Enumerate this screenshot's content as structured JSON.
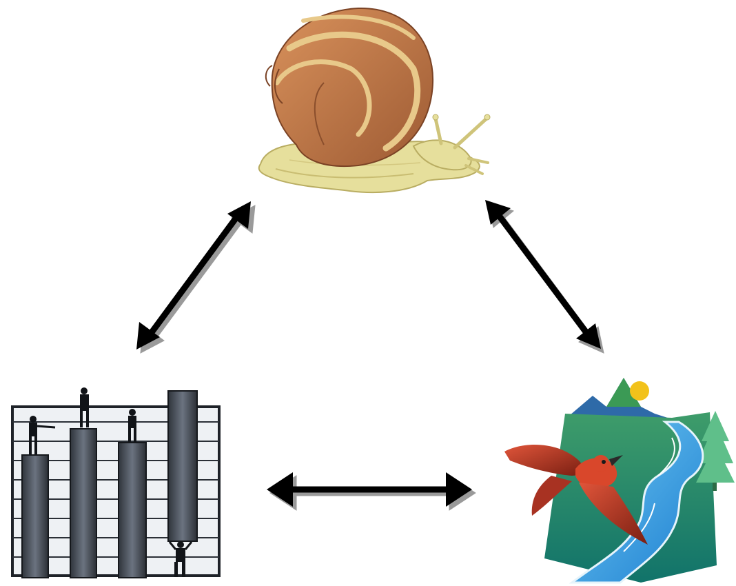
{
  "diagram": {
    "type": "cycle",
    "nodes": [
      {
        "id": "snail",
        "icon": "snail-icon"
      },
      {
        "id": "economy",
        "icon": "bar-chart-businessmen-icon"
      },
      {
        "id": "environment",
        "icon": "bird-river-landscape-icon"
      }
    ],
    "edges": [
      {
        "from": "snail",
        "to": "economy",
        "direction": "both"
      },
      {
        "from": "snail",
        "to": "environment",
        "direction": "both"
      },
      {
        "from": "economy",
        "to": "environment",
        "direction": "both"
      }
    ],
    "colors": {
      "arrow": "#000000",
      "arrow_shadow": "#9a9a9a",
      "snail_shell": "#c0784a",
      "snail_stripe": "#e8c98a",
      "snail_body": "#e6df9c",
      "bar": "#4f5560",
      "bird": "#d9472b",
      "river": "#3fa9e6",
      "land": "#1f8b63",
      "mountain": "#2e6aa8",
      "sun": "#f2c21b"
    }
  }
}
